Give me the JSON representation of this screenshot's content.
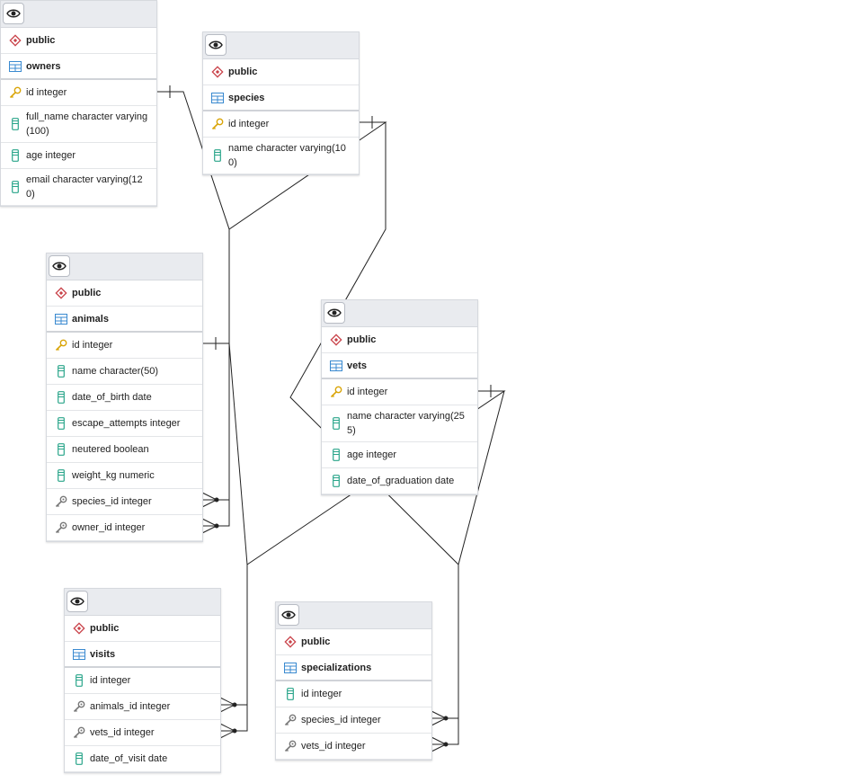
{
  "tables": {
    "owners": {
      "schema": "public",
      "name": "owners",
      "columns": [
        {
          "label": "id integer",
          "icon": "primary-key-icon"
        },
        {
          "label": "full_name character varying(100)",
          "icon": "column-icon"
        },
        {
          "label": "age integer",
          "icon": "column-icon"
        },
        {
          "label": "email character varying(120)",
          "icon": "column-icon"
        }
      ]
    },
    "species": {
      "schema": "public",
      "name": "species",
      "columns": [
        {
          "label": "id integer",
          "icon": "primary-key-icon"
        },
        {
          "label": "name character varying(100)",
          "icon": "column-icon"
        }
      ]
    },
    "animals": {
      "schema": "public",
      "name": "animals",
      "columns": [
        {
          "label": "id integer",
          "icon": "primary-key-icon"
        },
        {
          "label": "name character(50)",
          "icon": "column-icon"
        },
        {
          "label": "date_of_birth date",
          "icon": "column-icon"
        },
        {
          "label": "escape_attempts integer",
          "icon": "column-icon"
        },
        {
          "label": "neutered boolean",
          "icon": "column-icon"
        },
        {
          "label": "weight_kg numeric",
          "icon": "column-icon"
        },
        {
          "label": "species_id integer",
          "icon": "foreign-key-icon"
        },
        {
          "label": "owner_id integer",
          "icon": "foreign-key-icon"
        }
      ]
    },
    "vets": {
      "schema": "public",
      "name": "vets",
      "columns": [
        {
          "label": "id integer",
          "icon": "primary-key-icon"
        },
        {
          "label": "name character varying(255)",
          "icon": "column-icon"
        },
        {
          "label": "age integer",
          "icon": "column-icon"
        },
        {
          "label": "date_of_graduation date",
          "icon": "column-icon"
        }
      ]
    },
    "visits": {
      "schema": "public",
      "name": "visits",
      "columns": [
        {
          "label": "id integer",
          "icon": "column-icon"
        },
        {
          "label": "animals_id integer",
          "icon": "foreign-key-icon"
        },
        {
          "label": "vets_id integer",
          "icon": "foreign-key-icon"
        },
        {
          "label": "date_of_visit date",
          "icon": "column-icon"
        }
      ]
    },
    "specializations": {
      "schema": "public",
      "name": "specializations",
      "columns": [
        {
          "label": "id integer",
          "icon": "column-icon"
        },
        {
          "label": "species_id integer",
          "icon": "foreign-key-icon"
        },
        {
          "label": "vets_id integer",
          "icon": "foreign-key-icon"
        }
      ]
    }
  },
  "colors": {
    "header_bg": "#e9ebef",
    "schema_icon": "#c9434a",
    "table_icon": "#3a8ad0",
    "primary_key": "#d9a406",
    "column_icon": "#2aa58a",
    "foreign_key": "#777777",
    "link_line": "#222222"
  }
}
